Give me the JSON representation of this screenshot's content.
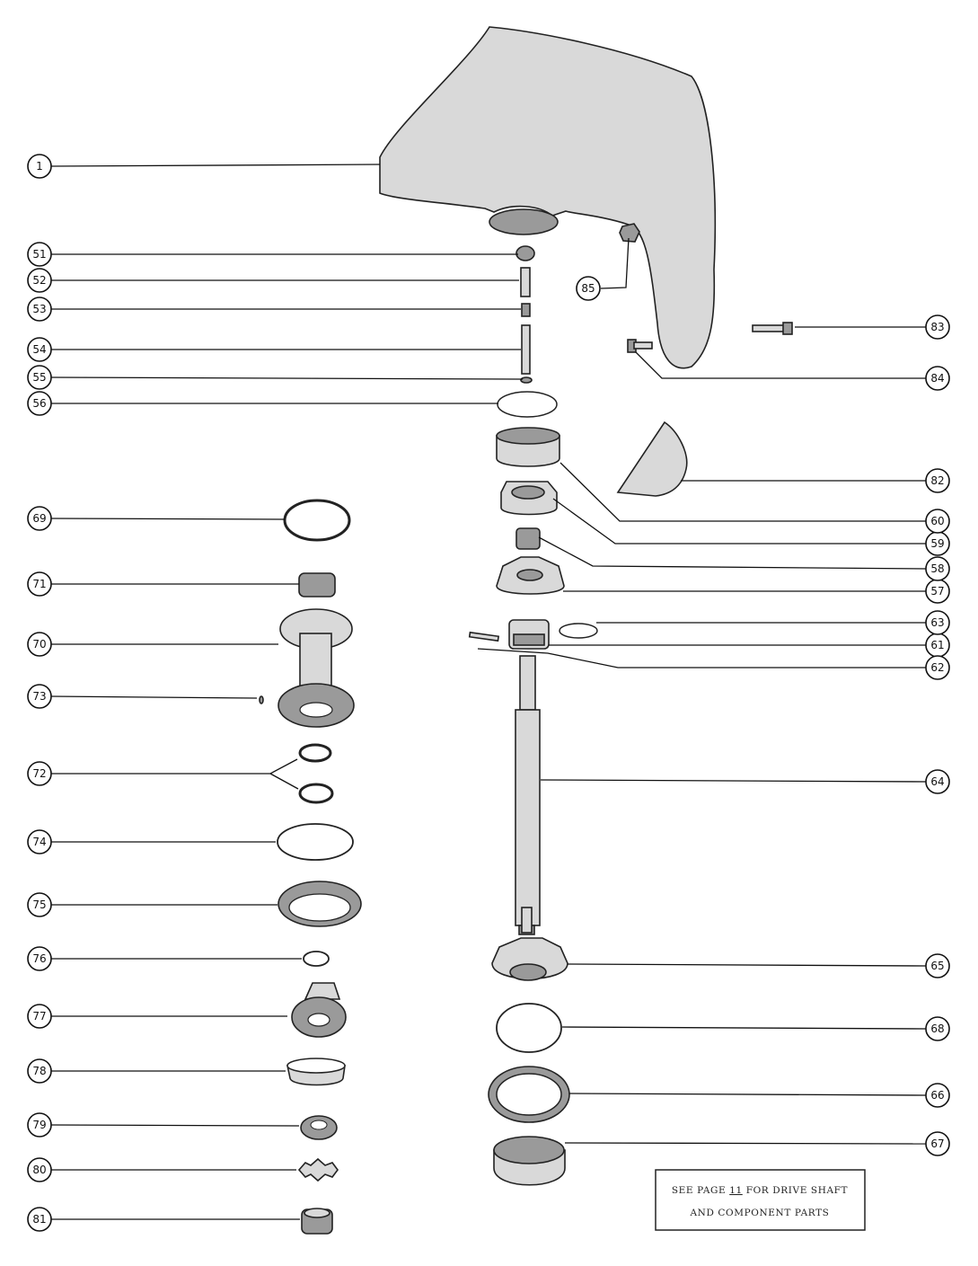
{
  "callouts": [
    {
      "id": "1",
      "label": "1"
    },
    {
      "id": "51",
      "label": "51"
    },
    {
      "id": "52",
      "label": "52"
    },
    {
      "id": "53",
      "label": "53"
    },
    {
      "id": "54",
      "label": "54"
    },
    {
      "id": "55",
      "label": "55"
    },
    {
      "id": "56",
      "label": "56"
    },
    {
      "id": "57",
      "label": "57"
    },
    {
      "id": "58",
      "label": "58"
    },
    {
      "id": "59",
      "label": "59"
    },
    {
      "id": "60",
      "label": "60"
    },
    {
      "id": "61",
      "label": "61"
    },
    {
      "id": "62",
      "label": "62"
    },
    {
      "id": "63",
      "label": "63"
    },
    {
      "id": "64",
      "label": "64"
    },
    {
      "id": "65",
      "label": "65"
    },
    {
      "id": "66",
      "label": "66"
    },
    {
      "id": "67",
      "label": "67"
    },
    {
      "id": "68",
      "label": "68"
    },
    {
      "id": "69",
      "label": "69"
    },
    {
      "id": "70",
      "label": "70"
    },
    {
      "id": "71",
      "label": "71"
    },
    {
      "id": "72",
      "label": "72"
    },
    {
      "id": "73",
      "label": "73"
    },
    {
      "id": "74",
      "label": "74"
    },
    {
      "id": "75",
      "label": "75"
    },
    {
      "id": "76",
      "label": "76"
    },
    {
      "id": "77",
      "label": "77"
    },
    {
      "id": "78",
      "label": "78"
    },
    {
      "id": "79",
      "label": "79"
    },
    {
      "id": "80",
      "label": "80"
    },
    {
      "id": "81",
      "label": "81"
    },
    {
      "id": "82",
      "label": "82"
    },
    {
      "id": "83",
      "label": "83"
    },
    {
      "id": "84",
      "label": "84"
    },
    {
      "id": "85",
      "label": "85"
    }
  ],
  "note": {
    "line1_before": "SEE PAGE ",
    "line1_page": "11",
    "line1_after": " FOR DRIVE SHAFT",
    "line2": "AND COMPONENT PARTS"
  }
}
